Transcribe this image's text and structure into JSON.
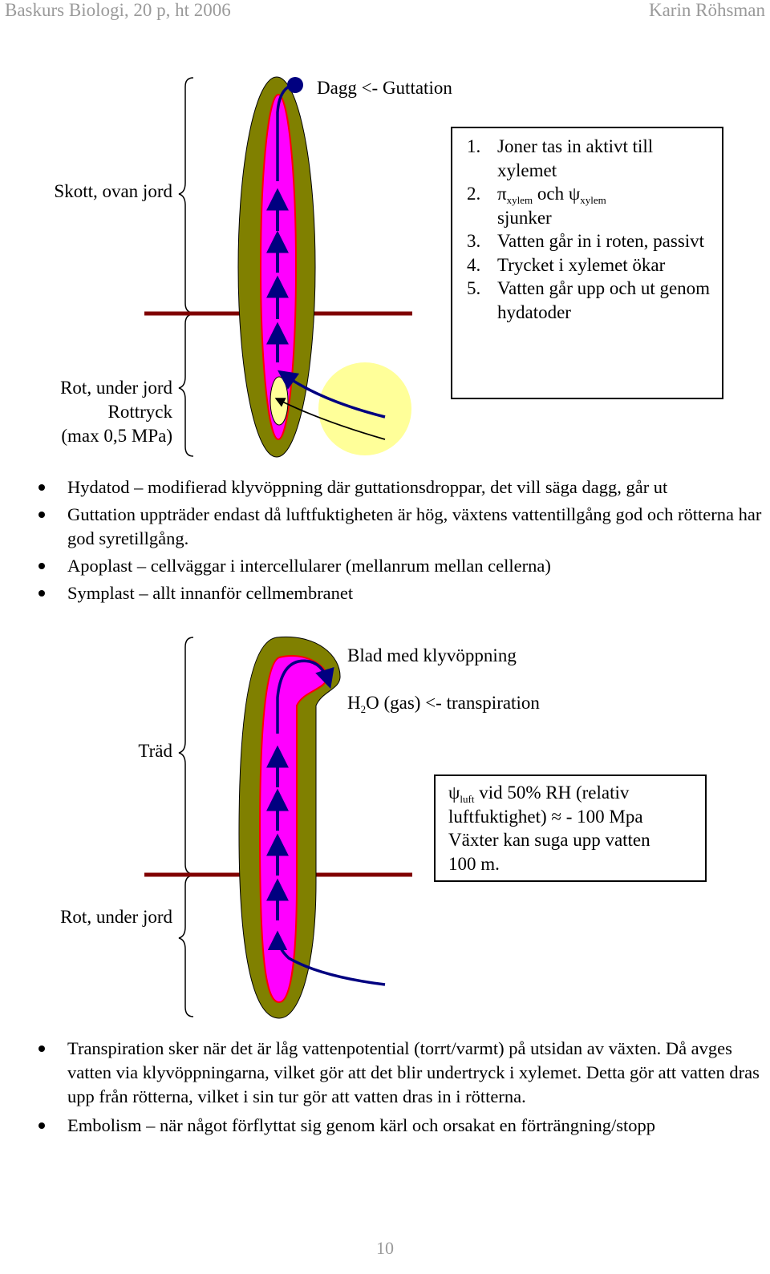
{
  "header": {
    "left": "Baskurs Biologi, 20 p, ht 2006",
    "right": "Karin Röhsman"
  },
  "figure1": {
    "dew_label": "Dagg <- Guttation",
    "shoot_label": "Skott, ovan jord",
    "root_label": [
      "Rot, under jord",
      "Rottryck",
      "(max 0,5 MPa)"
    ],
    "steps": [
      {
        "num": "1.",
        "text": "Joner tas in aktivt till xylemet"
      },
      {
        "num": "2.",
        "pi": "π",
        "sub1": "xylem",
        "och": "och",
        "psi": "ψ",
        "sub2": "xylem",
        "tail": "sjunker"
      },
      {
        "num": "3.",
        "text": "Vatten går in i roten, passivt"
      },
      {
        "num": "4.",
        "text": "Trycket i xylemet ökar"
      },
      {
        "num": "5.",
        "text": "Vatten går upp och ut genom hydatoder"
      }
    ]
  },
  "bullets1": [
    "Hydatod – modifierad klyvöppning där guttationsdroppar, det vill säga dagg, går ut",
    "Guttation uppträder endast då luftfuktigheten är hög, växtens vattentillgång god och rötterna har god syretillgång.",
    "Apoplast – cellväggar i intercellularer (mellanrum mellan cellerna)",
    "Symplast – allt innanför cellmembranet"
  ],
  "figure2": {
    "leaf_label": "Blad med klyvöppning",
    "h2o_h": "H",
    "h2o_sub": "2",
    "h2o_rest": "O (gas) <- transpiration",
    "tree_label": "Träd",
    "root_label": "Rot, under jord",
    "info": {
      "psi": "ψ",
      "sub": "luft",
      "line1_rest": " vid 50% RH (relativ",
      "line2": "luftfuktighet) ≈ - 100 Mpa",
      "line3": "Växter kan suga upp vatten",
      "line4": "100 m."
    }
  },
  "bullets2": [
    "Transpiration sker när det är låg vattenpotential (torrt/varmt) på utsidan av växten. Då avges vatten via klyvöppningarna, vilket gör att det blir undertryck i xylemet. Detta gör att vatten dras upp från rötterna, vilket i sin tur gör att vatten dras in i rötterna.",
    "Embolism – när något förflyttat sig genom kärl och orsakat en förträngning/stopp"
  ],
  "page_number": "10",
  "colors": {
    "olive": "#808000",
    "magenta": "#ff00ff",
    "red_outline": "#ff0000",
    "arrow_blue": "#000080",
    "ground_line": "#800000",
    "pale_yellow": "#ffff99"
  }
}
